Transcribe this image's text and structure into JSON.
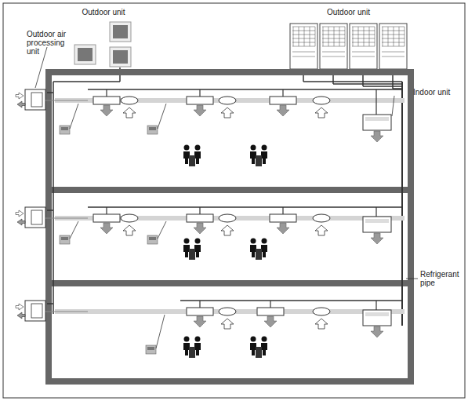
{
  "diagram": {
    "nodes": [
      {
        "text": [
          "Outdoor unit"
        ]
      },
      {
        "text": [
          "Outdoor unit"
        ]
      }
    ],
    "labels": [
      "Outdoor air processing unit",
      "Indoor unit",
      "Refrigerant pipe"
    ]
  }
}
